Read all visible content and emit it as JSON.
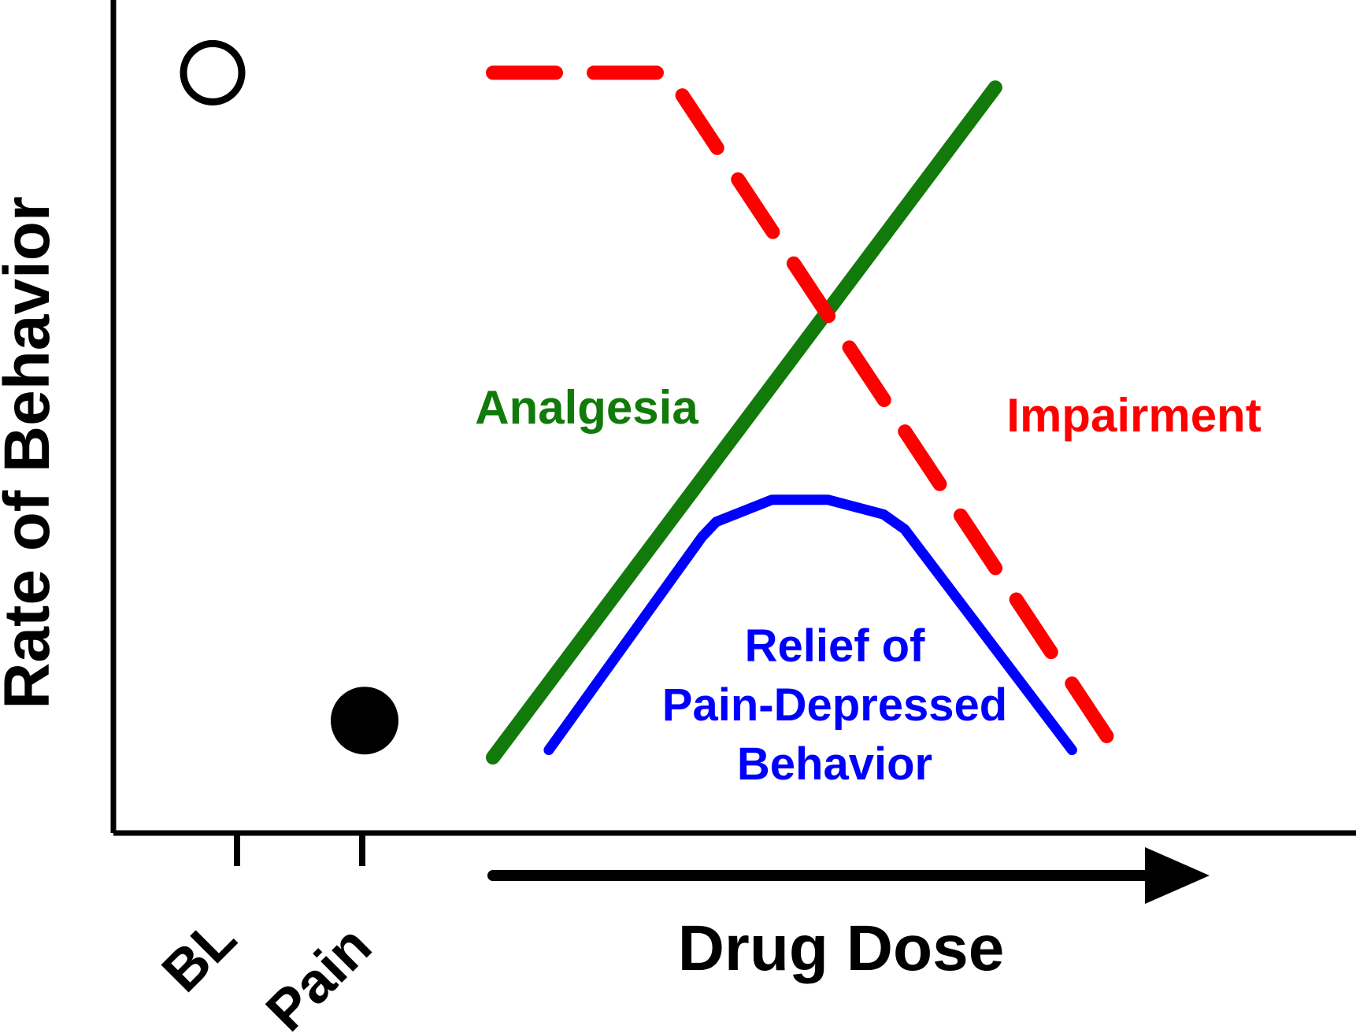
{
  "chart_data": {
    "type": "line",
    "title": "",
    "xlabel": "Drug Dose",
    "ylabel": "Rate of Behavior",
    "xlim": [
      0,
      100
    ],
    "ylim": [
      0,
      100
    ],
    "grid": false,
    "legend": "none",
    "control_points": [
      {
        "label": "BL",
        "value": 96,
        "marker": "open-circle",
        "color": "#000000"
      },
      {
        "label": "Pain",
        "value": 8,
        "marker": "filled-circle",
        "color": "#000000"
      }
    ],
    "series": [
      {
        "name": "Analgesia",
        "color": "#117a0a",
        "style": "solid",
        "points": [
          [
            0,
            3
          ],
          [
            72,
            94
          ]
        ]
      },
      {
        "name": "Impairment",
        "color": "#ff0000",
        "style": "dashed",
        "points": [
          [
            0,
            96
          ],
          [
            25,
            96
          ],
          [
            90,
            3
          ]
        ]
      },
      {
        "name": "Relief of Pain-Depressed Behavior",
        "color": "#0000ff",
        "style": "solid",
        "points": [
          [
            8,
            4
          ],
          [
            30,
            33
          ],
          [
            32,
            35
          ],
          [
            40,
            38
          ],
          [
            48,
            38
          ],
          [
            56,
            36
          ],
          [
            59,
            34
          ],
          [
            83,
            4
          ]
        ]
      }
    ],
    "series_labels": [
      {
        "series": "Analgesia",
        "lines": [
          "Analgesia"
        ]
      },
      {
        "series": "Impairment",
        "lines": [
          "Impairment"
        ]
      },
      {
        "series": "Relief of Pain-Depressed Behavior",
        "lines": [
          "Relief of",
          "Pain-Depressed",
          "Behavior"
        ]
      }
    ]
  }
}
